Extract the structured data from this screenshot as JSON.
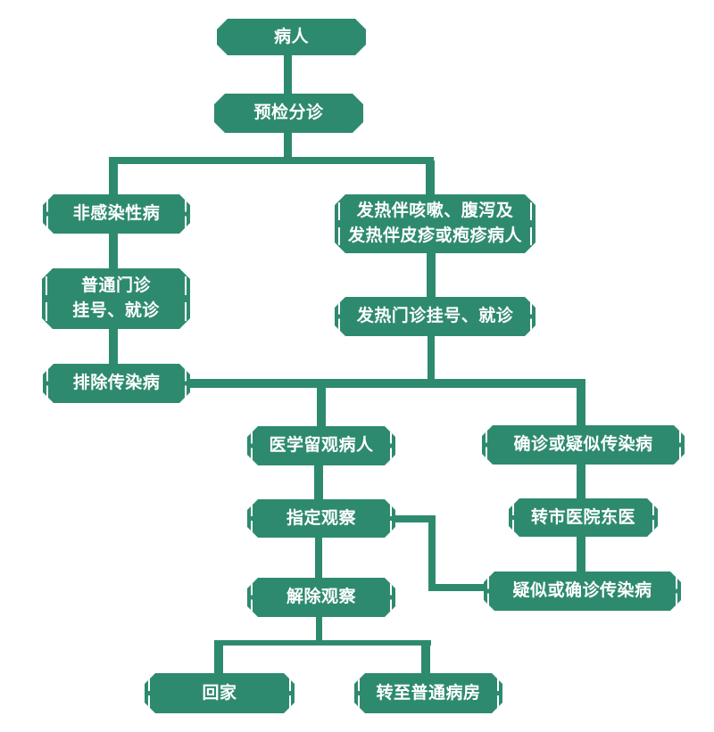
{
  "page": {
    "background_color": "#ffffff",
    "accent_color": "#2E8A6E",
    "text_color": "#ffffff"
  },
  "diagram": {
    "type": "flowchart",
    "nodes": {
      "patient": {
        "label": "病人"
      },
      "triage": {
        "label": "预检分诊"
      },
      "non_infectious": {
        "label": "非感染性病"
      },
      "general_clinic": {
        "label": "普通门诊\n挂号、就诊"
      },
      "exclude_infectious": {
        "label": "排除传染病"
      },
      "fever_patients": {
        "label": "发热伴咳嗽、腹泻及\n发热伴皮疹或疱疹病人"
      },
      "fever_clinic": {
        "label": "发热门诊挂号、就诊"
      },
      "medical_observation": {
        "label": "医学留观病人"
      },
      "designated_observation": {
        "label": "指定观察"
      },
      "confirmed_or_suspected": {
        "label": "确诊或疑似传染病"
      },
      "transfer_city_hospital": {
        "label": "转市医院东医"
      },
      "release_observation": {
        "label": "解除观察"
      },
      "suspected_or_confirmed": {
        "label": "疑似或确诊传染病"
      },
      "go_home": {
        "label": "回家"
      },
      "general_ward": {
        "label": "转至普通病房"
      }
    },
    "edges": [
      {
        "from": "patient",
        "to": "triage"
      },
      {
        "from": "triage",
        "to": "non_infectious"
      },
      {
        "from": "triage",
        "to": "fever_patients"
      },
      {
        "from": "non_infectious",
        "to": "general_clinic"
      },
      {
        "from": "general_clinic",
        "to": "exclude_infectious"
      },
      {
        "from": "fever_patients",
        "to": "fever_clinic"
      },
      {
        "from": "exclude_infectious",
        "to": "junction"
      },
      {
        "from": "fever_clinic",
        "to": "junction"
      },
      {
        "from": "junction",
        "to": "medical_observation"
      },
      {
        "from": "junction",
        "to": "confirmed_or_suspected"
      },
      {
        "from": "medical_observation",
        "to": "designated_observation"
      },
      {
        "from": "confirmed_or_suspected",
        "to": "transfer_city_hospital"
      },
      {
        "from": "transfer_city_hospital",
        "to": "suspected_or_confirmed"
      },
      {
        "from": "designated_observation",
        "to": "suspected_or_confirmed"
      },
      {
        "from": "designated_observation",
        "to": "release_observation"
      },
      {
        "from": "release_observation",
        "to": "go_home"
      },
      {
        "from": "release_observation",
        "to": "general_ward"
      }
    ]
  }
}
